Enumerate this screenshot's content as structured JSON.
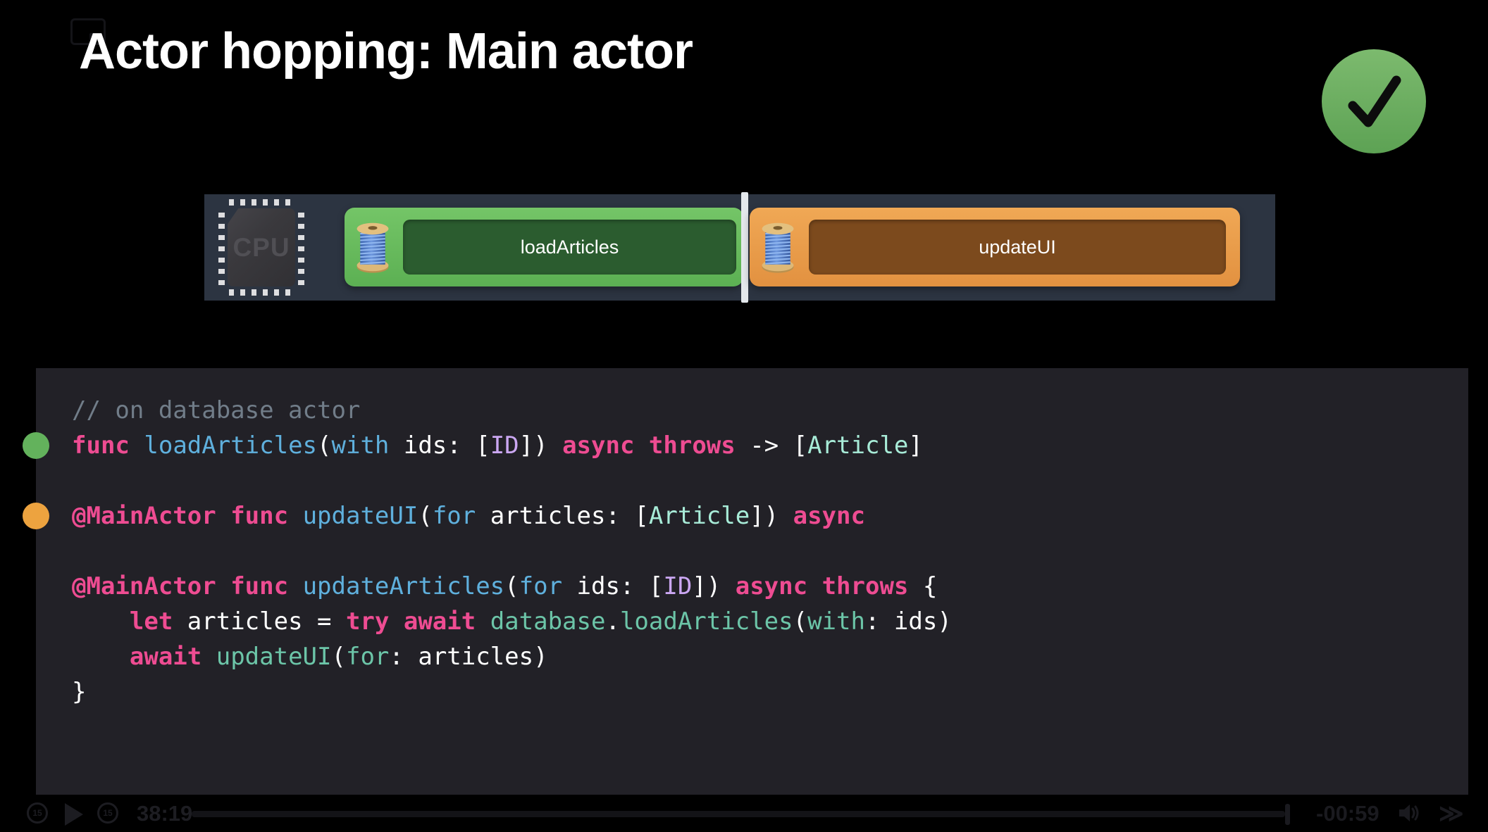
{
  "title": "Actor hopping: Main actor",
  "status": {
    "icon": "checkmark-circle",
    "color": "#6cb160"
  },
  "diagram": {
    "cpu_label": "CPU",
    "lanes": [
      {
        "label": "loadArticles",
        "theme": "green",
        "icon": "thread-spool"
      },
      {
        "label": "updateUI",
        "theme": "orange",
        "icon": "thread-spool"
      }
    ],
    "colors": {
      "strip": "#2c3441",
      "lane_green": "#68bd5e",
      "lane_green_inner": "#2b5c2f",
      "lane_orange": "#ea9d4a",
      "lane_orange_inner": "#7c4a1d",
      "divider": "#e4e8ec"
    }
  },
  "code": {
    "palette": {
      "kw": {
        "color": "#ee4c92",
        "bold": true
      },
      "fn": {
        "color": "#5fb0dd",
        "bold": false
      },
      "call": {
        "color": "#6cc5a8",
        "bold": false
      },
      "mint": {
        "color": "#a8ecd8",
        "bold": false
      },
      "purple": {
        "color": "#cba7f2",
        "bold": false
      },
      "plain": {
        "color": "#ffffff",
        "bold": false
      },
      "comment": {
        "color": "#717d89",
        "bold": false
      }
    },
    "lines": [
      {
        "bullet": null,
        "tokens": [
          {
            "t": "// on database actor",
            "c": "comment"
          }
        ]
      },
      {
        "bullet": "green",
        "tokens": [
          {
            "t": "func",
            "c": "kw"
          },
          {
            "t": " ",
            "c": "plain"
          },
          {
            "t": "loadArticles",
            "c": "fn"
          },
          {
            "t": "(",
            "c": "plain"
          },
          {
            "t": "with",
            "c": "fn"
          },
          {
            "t": " ids: [",
            "c": "plain"
          },
          {
            "t": "ID",
            "c": "purple"
          },
          {
            "t": "]) ",
            "c": "plain"
          },
          {
            "t": "async",
            "c": "kw"
          },
          {
            "t": " ",
            "c": "plain"
          },
          {
            "t": "throws",
            "c": "kw"
          },
          {
            "t": " -> [",
            "c": "plain"
          },
          {
            "t": "Article",
            "c": "mint"
          },
          {
            "t": "]",
            "c": "plain"
          }
        ]
      },
      {
        "bullet": null,
        "tokens": []
      },
      {
        "bullet": "orange",
        "tokens": [
          {
            "t": "@MainActor",
            "c": "kw"
          },
          {
            "t": " ",
            "c": "plain"
          },
          {
            "t": "func",
            "c": "kw"
          },
          {
            "t": " ",
            "c": "plain"
          },
          {
            "t": "updateUI",
            "c": "fn"
          },
          {
            "t": "(",
            "c": "plain"
          },
          {
            "t": "for",
            "c": "fn"
          },
          {
            "t": " articles: [",
            "c": "plain"
          },
          {
            "t": "Article",
            "c": "mint"
          },
          {
            "t": "]) ",
            "c": "plain"
          },
          {
            "t": "async",
            "c": "kw"
          }
        ]
      },
      {
        "bullet": null,
        "tokens": []
      },
      {
        "bullet": null,
        "tokens": [
          {
            "t": "@MainActor",
            "c": "kw"
          },
          {
            "t": " ",
            "c": "plain"
          },
          {
            "t": "func",
            "c": "kw"
          },
          {
            "t": " ",
            "c": "plain"
          },
          {
            "t": "updateArticles",
            "c": "fn"
          },
          {
            "t": "(",
            "c": "plain"
          },
          {
            "t": "for",
            "c": "fn"
          },
          {
            "t": " ids: [",
            "c": "plain"
          },
          {
            "t": "ID",
            "c": "purple"
          },
          {
            "t": "]) ",
            "c": "plain"
          },
          {
            "t": "async",
            "c": "kw"
          },
          {
            "t": " ",
            "c": "plain"
          },
          {
            "t": "throws",
            "c": "kw"
          },
          {
            "t": " {",
            "c": "plain"
          }
        ]
      },
      {
        "bullet": null,
        "tokens": [
          {
            "t": "    ",
            "c": "plain"
          },
          {
            "t": "let",
            "c": "kw"
          },
          {
            "t": " articles = ",
            "c": "plain"
          },
          {
            "t": "try",
            "c": "kw"
          },
          {
            "t": " ",
            "c": "plain"
          },
          {
            "t": "await",
            "c": "kw"
          },
          {
            "t": " ",
            "c": "plain"
          },
          {
            "t": "database",
            "c": "call"
          },
          {
            "t": ".",
            "c": "plain"
          },
          {
            "t": "loadArticles",
            "c": "call"
          },
          {
            "t": "(",
            "c": "plain"
          },
          {
            "t": "with",
            "c": "call"
          },
          {
            "t": ": ids)",
            "c": "plain"
          }
        ]
      },
      {
        "bullet": null,
        "tokens": [
          {
            "t": "    ",
            "c": "plain"
          },
          {
            "t": "await",
            "c": "kw"
          },
          {
            "t": " ",
            "c": "plain"
          },
          {
            "t": "updateUI",
            "c": "call"
          },
          {
            "t": "(",
            "c": "plain"
          },
          {
            "t": "for",
            "c": "call"
          },
          {
            "t": ": articles)",
            "c": "plain"
          }
        ]
      },
      {
        "bullet": null,
        "tokens": [
          {
            "t": "}",
            "c": "plain"
          }
        ]
      }
    ]
  },
  "player": {
    "elapsed": "38:19",
    "remaining": "-00:59",
    "rewind_label": "15",
    "forward_label": "15",
    "skip_glyph": "≫"
  }
}
